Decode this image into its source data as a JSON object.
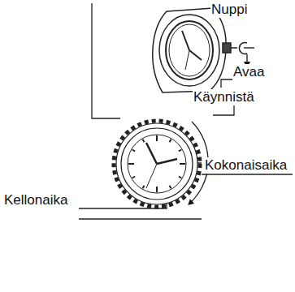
{
  "diagram": {
    "labels": [
      "Nuppi",
      "Avaa",
      "Käynnistä",
      "Kokonaisaika",
      "Kellonaika"
    ]
  }
}
